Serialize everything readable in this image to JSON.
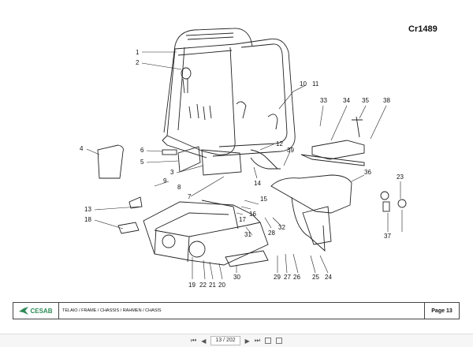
{
  "document": {
    "code": "Cr1489",
    "brand": "CESAB",
    "title": "TELAIO / FRAME / CHASSIS / RAHMEN / CHASIS",
    "page": "Page 13"
  },
  "viewer": {
    "first": "⏮",
    "prev": "◀",
    "page_display": "13 / 202",
    "next": "▶",
    "last": "⏭"
  },
  "callouts": [
    "1",
    "2",
    "4",
    "6",
    "5",
    "3",
    "10",
    "11",
    "12",
    "39",
    "14",
    "7",
    "8",
    "9",
    "13",
    "18",
    "15",
    "16",
    "17",
    "28",
    "32",
    "31",
    "19",
    "22",
    "21",
    "20",
    "30",
    "29",
    "27",
    "26",
    "25",
    "24",
    "33",
    "34",
    "35",
    "38",
    "36",
    "23",
    "37"
  ]
}
